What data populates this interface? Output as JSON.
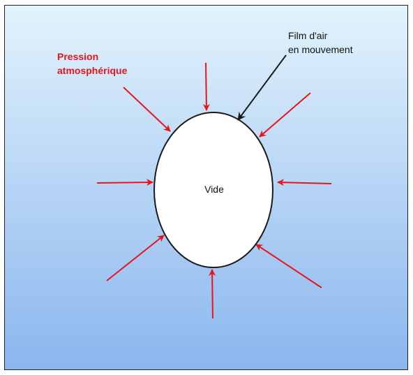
{
  "labels": {
    "pressure_line1": "Pression",
    "pressure_line2": "atmosphérique",
    "film_line1": "Film d'air",
    "film_line2": "en mouvement",
    "center": "Vide"
  },
  "colors": {
    "background_top": "#e3f3fc",
    "background_bottom": "#8ab6ee",
    "frame": "#222222",
    "pressure_arrow": "#e8141b",
    "film_arrow": "#1a1a1a",
    "bubble_fill": "#ffffff",
    "bubble_stroke": "#1a1a1a"
  },
  "elements": {
    "pressure_arrow_count": 8,
    "film_arrow_count": 1
  }
}
